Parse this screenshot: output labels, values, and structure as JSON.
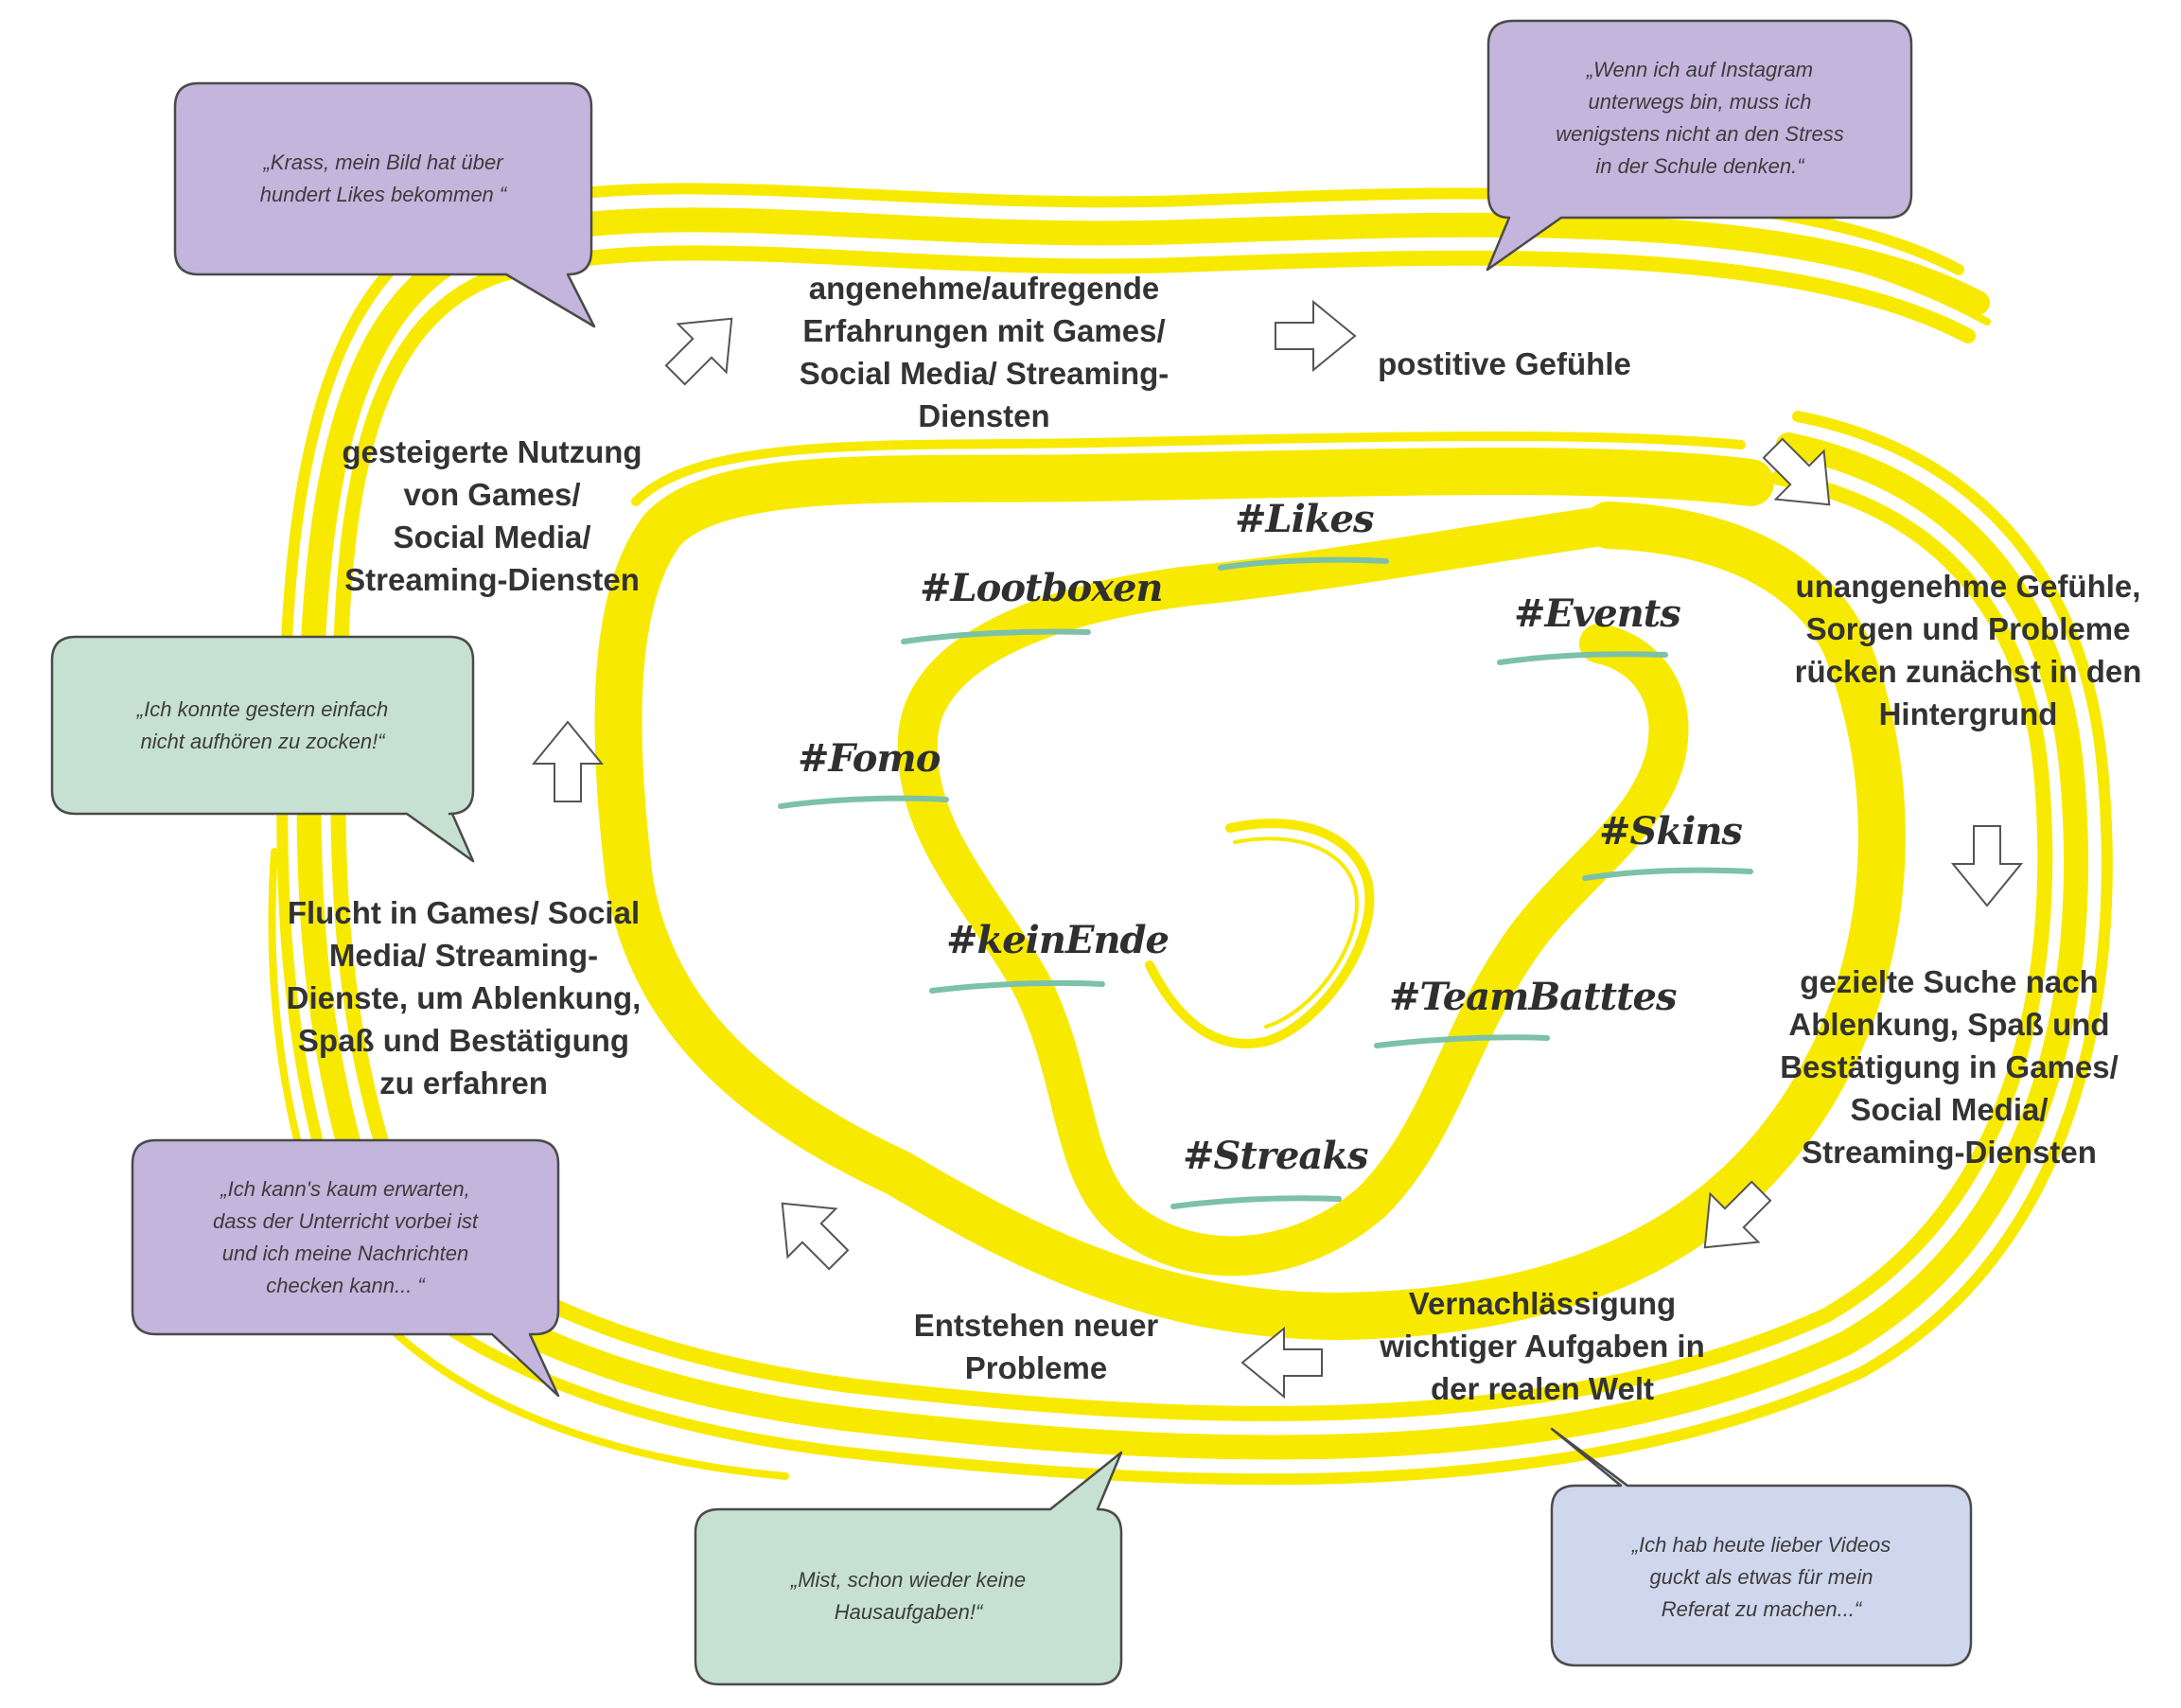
{
  "colors": {
    "spiral": "#f7ea00",
    "purple_bubble": "#c4b5dc",
    "green_bubble": "#c6e1d1",
    "blue_bubble": "#cfd7ee",
    "hashtag_underline": "#7cc1a8",
    "text": "#333333"
  },
  "cycle_steps": [
    "angenehme/aufregende\nErfahrungen mit Games/\nSocial Media/ Streaming-\nDiensten",
    "postitive Gefühle",
    "unangenehme Gefühle,\nSorgen und Probleme\nrücken zunächst in den\nHintergrund",
    "gezielte Suche nach\nAblenkung, Spaß und\nBestätigung in Games/\nSocial Media/\nStreaming-Diensten",
    "Vernachlässigung\nwichtiger Aufgaben in\nder realen Welt",
    "Entstehen neuer\nProbleme",
    "Flucht in Games/ Social\nMedia/ Streaming-\nDienste, um Ablenkung,\nSpaß und Bestätigung\nzu erfahren",
    "gesteigerte Nutzung\nvon Games/\nSocial Media/\nStreaming-Diensten"
  ],
  "quotes": [
    "„Krass, mein Bild hat über\nhundert Likes bekommen “",
    "„Wenn ich auf Instagram\nunterwegs bin, muss ich\nwenigstens nicht an den Stress\nin der Schule denken.“",
    "„Ich konnte gestern einfach\nnicht aufhören zu zocken!“",
    "„Ich kann's kaum erwarten,\ndass der Unterricht vorbei ist\nund ich meine Nachrichten\nchecken kann... “",
    "„Mist, schon wieder keine\nHausaufgaben!“",
    "„Ich hab heute lieber Videos\nguckt als etwas für mein\nReferat zu machen...“"
  ],
  "hashtags": [
    "#Likes",
    "#Lootboxen",
    "#Events",
    "#Fomo",
    "#Skins",
    "#keinEnde",
    "#TeamBatttes",
    "#Streaks"
  ],
  "icons": [
    "arrow-icon"
  ]
}
